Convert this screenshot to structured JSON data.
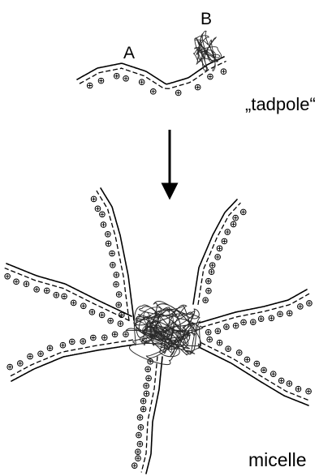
{
  "labels": {
    "block_a": "A",
    "block_b": "B",
    "tadpole": "„tadpole“",
    "micelle": "micelle"
  },
  "colors": {
    "ink": "#000000",
    "background": "#ffffff",
    "coil": "#2a2a2a"
  },
  "counts": {
    "tadpole_tails": 1,
    "micelle_arms": 7
  }
}
